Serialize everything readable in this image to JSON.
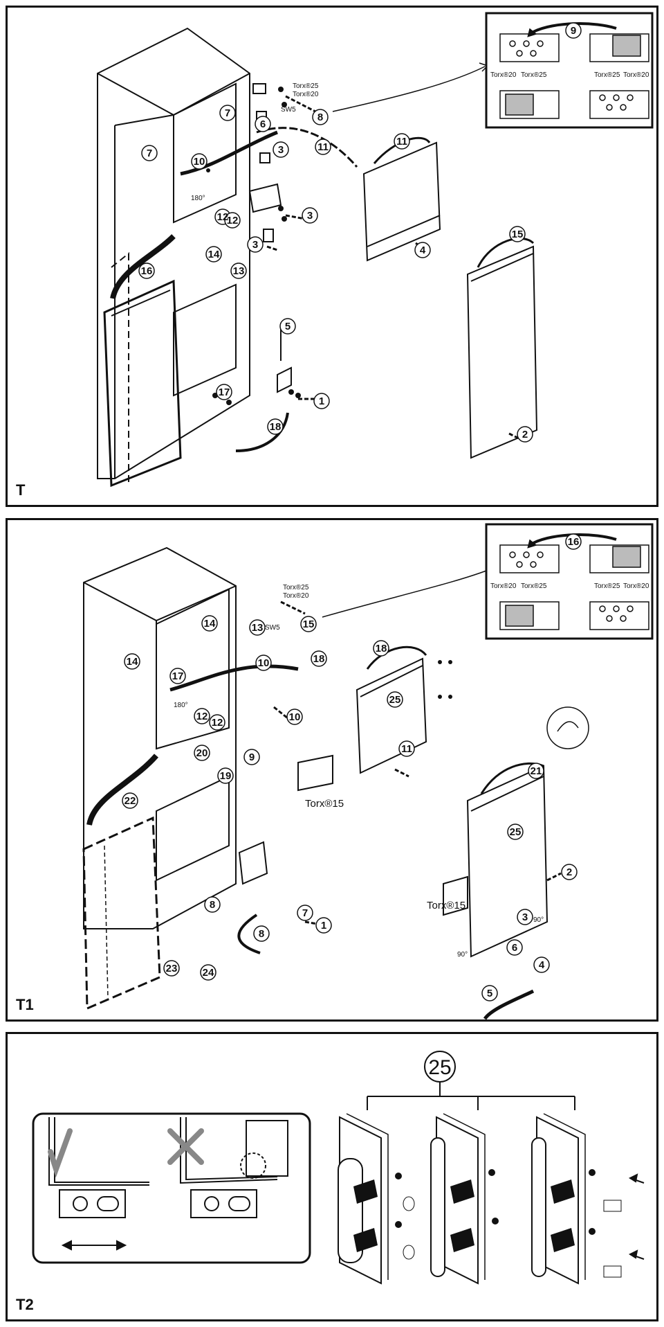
{
  "panels": {
    "t": {
      "label": "T"
    },
    "t1": {
      "label": "T1"
    },
    "t2": {
      "label": "T2"
    }
  },
  "labels": {
    "torx25": "Torx®25",
    "torx20": "Torx®20",
    "torx15": "Torx®15",
    "sw5": "SW5",
    "deg180": "180°",
    "deg90": "90°"
  },
  "t_callouts": [
    "1",
    "2",
    "3",
    "3",
    "3",
    "4",
    "5",
    "6",
    "7",
    "7",
    "8",
    "9",
    "10",
    "11",
    "11",
    "12",
    "12",
    "13",
    "14",
    "15",
    "16",
    "17",
    "18"
  ],
  "t1_callouts": [
    "1",
    "2",
    "3",
    "4",
    "5",
    "6",
    "7",
    "8",
    "8",
    "9",
    "10",
    "10",
    "11",
    "12",
    "12",
    "13",
    "14",
    "14",
    "15",
    "16",
    "17",
    "18",
    "18",
    "19",
    "20",
    "21",
    "22",
    "23",
    "24",
    "25",
    "25"
  ],
  "t2_callouts": [
    "25"
  ]
}
